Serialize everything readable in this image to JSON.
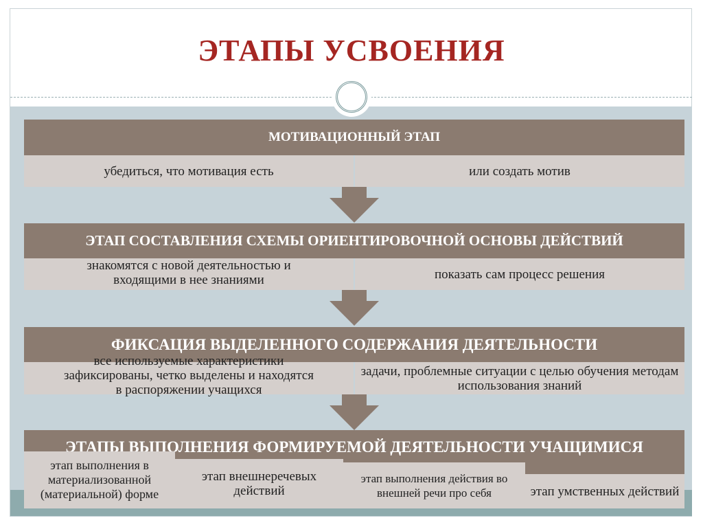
{
  "title": "ЭТАПЫ УСВОЕНИЯ",
  "stages": [
    {
      "header": "МОТИВАЦИОННЫЙ ЭТАП",
      "cells": [
        "убедиться, что мотивация есть",
        "или создать мотив"
      ]
    },
    {
      "header": "ЭТАП СОСТАВЛЕНИЯ СХЕМЫ ОРИЕНТИРОВОЧНОЙ ОСНОВЫ ДЕЙСТВИЙ",
      "cells": [
        "знакомятся с новой деятельностью и входящими в нее знаниями",
        "показать сам процесс решения"
      ]
    },
    {
      "header": "ФИКСАЦИЯ ВЫДЕЛЕННОГО СОДЕРЖАНИЯ ДЕЯТЕЛЬНОСТИ",
      "cells": [
        "все используемые характеристики зафиксированы, четко выделены и находятся в распоряжении учащихся",
        "задачи, проблемные ситуации с целью обучения методам использования знаний"
      ]
    },
    {
      "header": "ЭТАПЫ ВЫПОЛНЕНИЯ ФОРМИРУЕМОЙ ДЕЯТЕЛЬНОСТИ УЧАЩИМИСЯ",
      "cells": [
        "этап выполнения в материализованной (материальной) форме",
        "этап внешнеречевых действий",
        "этап выполнения действия во внешней речи про себя",
        "этап умственных действий"
      ]
    }
  ],
  "colors": {
    "title": "#a52622",
    "header": "#8b7b70",
    "cell": "#d5cfcc",
    "background": "#c6d3d9"
  }
}
